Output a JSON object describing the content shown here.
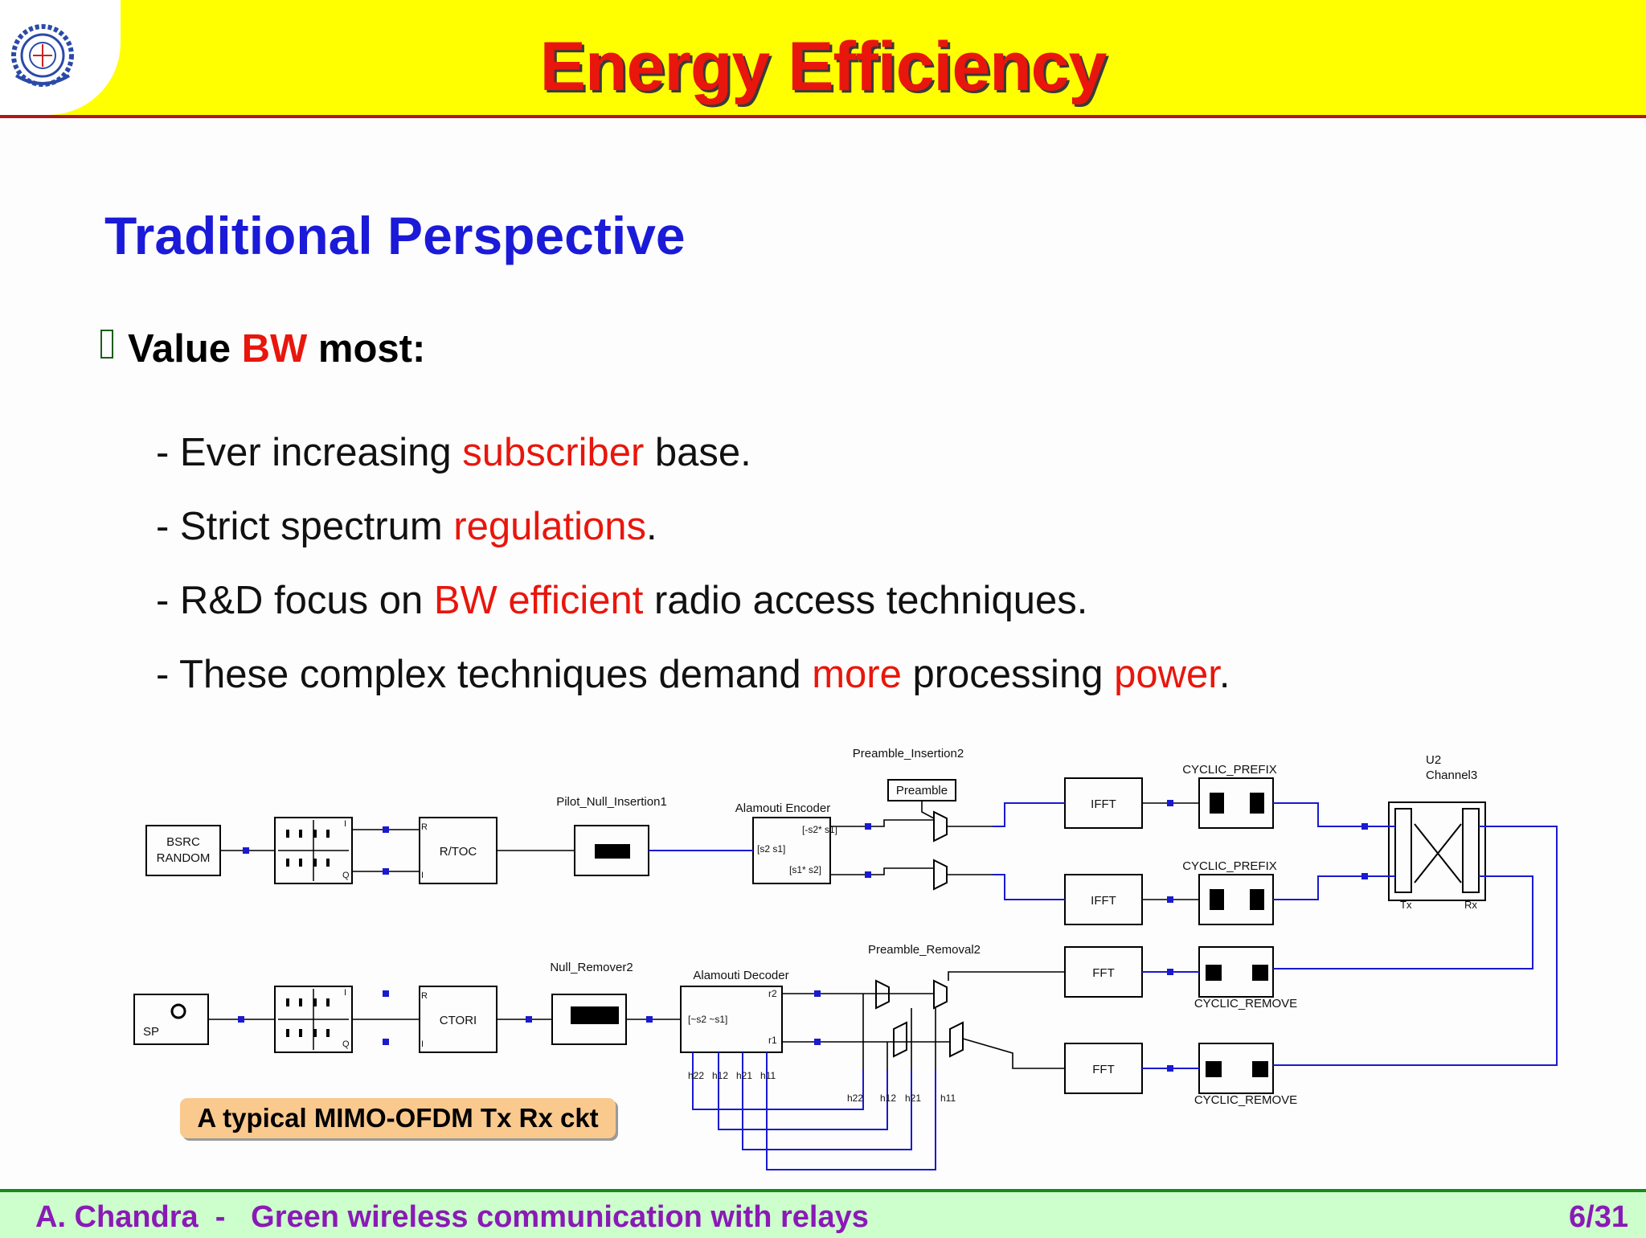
{
  "header": {
    "title": "Energy Efficiency"
  },
  "section": {
    "title": "Traditional Perspective"
  },
  "bullet": {
    "pre": "Value ",
    "highlight": "BW",
    "post": " most:"
  },
  "items": [
    {
      "pre": "- Ever increasing ",
      "hl": "subscriber",
      "mid": " base.",
      "hl2": "",
      "post": ""
    },
    {
      "pre": "- Strict spectrum ",
      "hl": "regulations",
      "mid": ".",
      "hl2": "",
      "post": ""
    },
    {
      "pre": "- R&D focus on ",
      "hl": "BW efficient",
      "mid": " radio access techniques.",
      "hl2": "",
      "post": ""
    },
    {
      "pre": "- These complex techniques demand ",
      "hl": "more",
      "mid": " processing ",
      "hl2": "power",
      "post": "."
    }
  ],
  "diagram": {
    "labels": {
      "bsrc1": "BSRC",
      "bsrc2": "RANDOM",
      "rtoc": "R/TOC",
      "ctori": "CTORI",
      "pilot": "Pilot_Null_Insertion1",
      "enc": "Alamouti Encoder",
      "enc1": "[-s2* s1]",
      "enc2": "[s2 s1]",
      "enc3": "[s1* s2]",
      "pre_ins": "Preamble_Insertion2",
      "preamble": "Preamble",
      "ifft1": "IFFT",
      "ifft2": "IFFT",
      "cp1": "CYCLIC_PREFIX",
      "cp2": "CYCLIC_PREFIX",
      "u2": "U2",
      "ch3": "Channel3",
      "tx": "Tx",
      "rx": "Rx",
      "fft1": "FFT",
      "fft2": "FFT",
      "cr1": "CYCLIC_REMOVE",
      "cr2": "CYCLIC_REMOVE",
      "pre_rem": "Preamble_Removal2",
      "dec": "Alamouti Decoder",
      "dec_in": "[~s2 ~s1]",
      "null_rem": "Null_Remover2",
      "sp": "SP",
      "r2": "r2",
      "r1": "r1",
      "h22": "h22",
      "h12": "h12",
      "h21": "h21",
      "h11": "h11",
      "R": "R",
      "I": "I",
      "Q": "Q"
    }
  },
  "caption": "A typical MIMO-OFDM Tx Rx ckt",
  "footer": {
    "left": "A. Chandra  -   Green wireless communication with relays",
    "page": "6/31"
  }
}
